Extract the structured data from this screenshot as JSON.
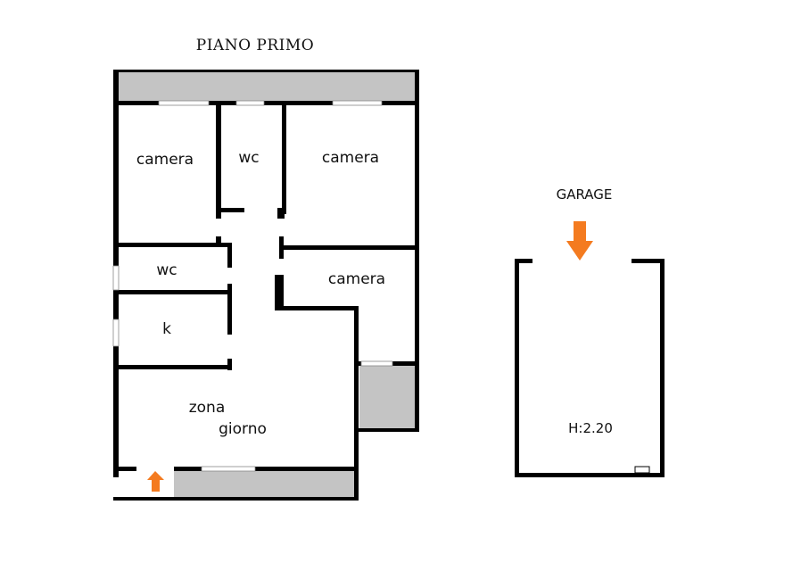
{
  "title": "PIANO PRIMO",
  "rooms": {
    "camera_tl": "camera",
    "wc_top": "wc",
    "camera_tr": "camera",
    "wc_left": "wc",
    "camera_right": "camera",
    "kitchen": "k",
    "living_1": "zona",
    "living_2": "giorno"
  },
  "garage": {
    "title": "GARAGE",
    "height": "H:2.20"
  },
  "colors": {
    "wall": "#000000",
    "balcony": "#c4c4c4",
    "arrow": "#f47b20"
  }
}
